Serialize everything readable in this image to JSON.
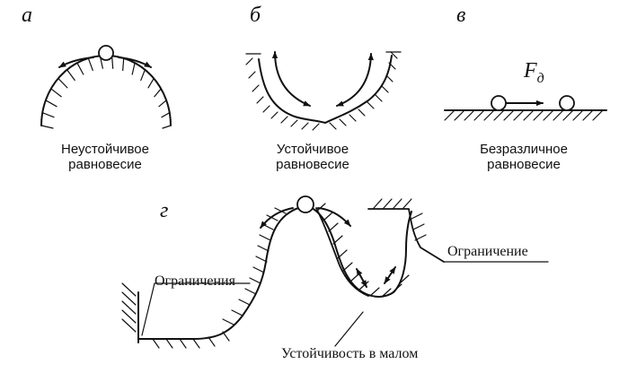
{
  "panels": {
    "a": {
      "letter": "а",
      "caption_line1": "Неустойчивое",
      "caption_line2": "равновесие"
    },
    "b": {
      "letter": "б",
      "caption_line1": "Устойчивое",
      "caption_line2": "равновесие"
    },
    "v": {
      "letter": "в",
      "caption_line1": "Безразличное",
      "caption_line2": "равновесие",
      "force_symbol": "F",
      "force_subscript": "д"
    },
    "g": {
      "letter": "г",
      "label_constraints": "Ограничения",
      "label_constraint": "Ограничение",
      "label_local_stability": "Устойчивость в малом"
    }
  },
  "colors": {
    "ink": "#111111",
    "background": "#ffffff"
  }
}
